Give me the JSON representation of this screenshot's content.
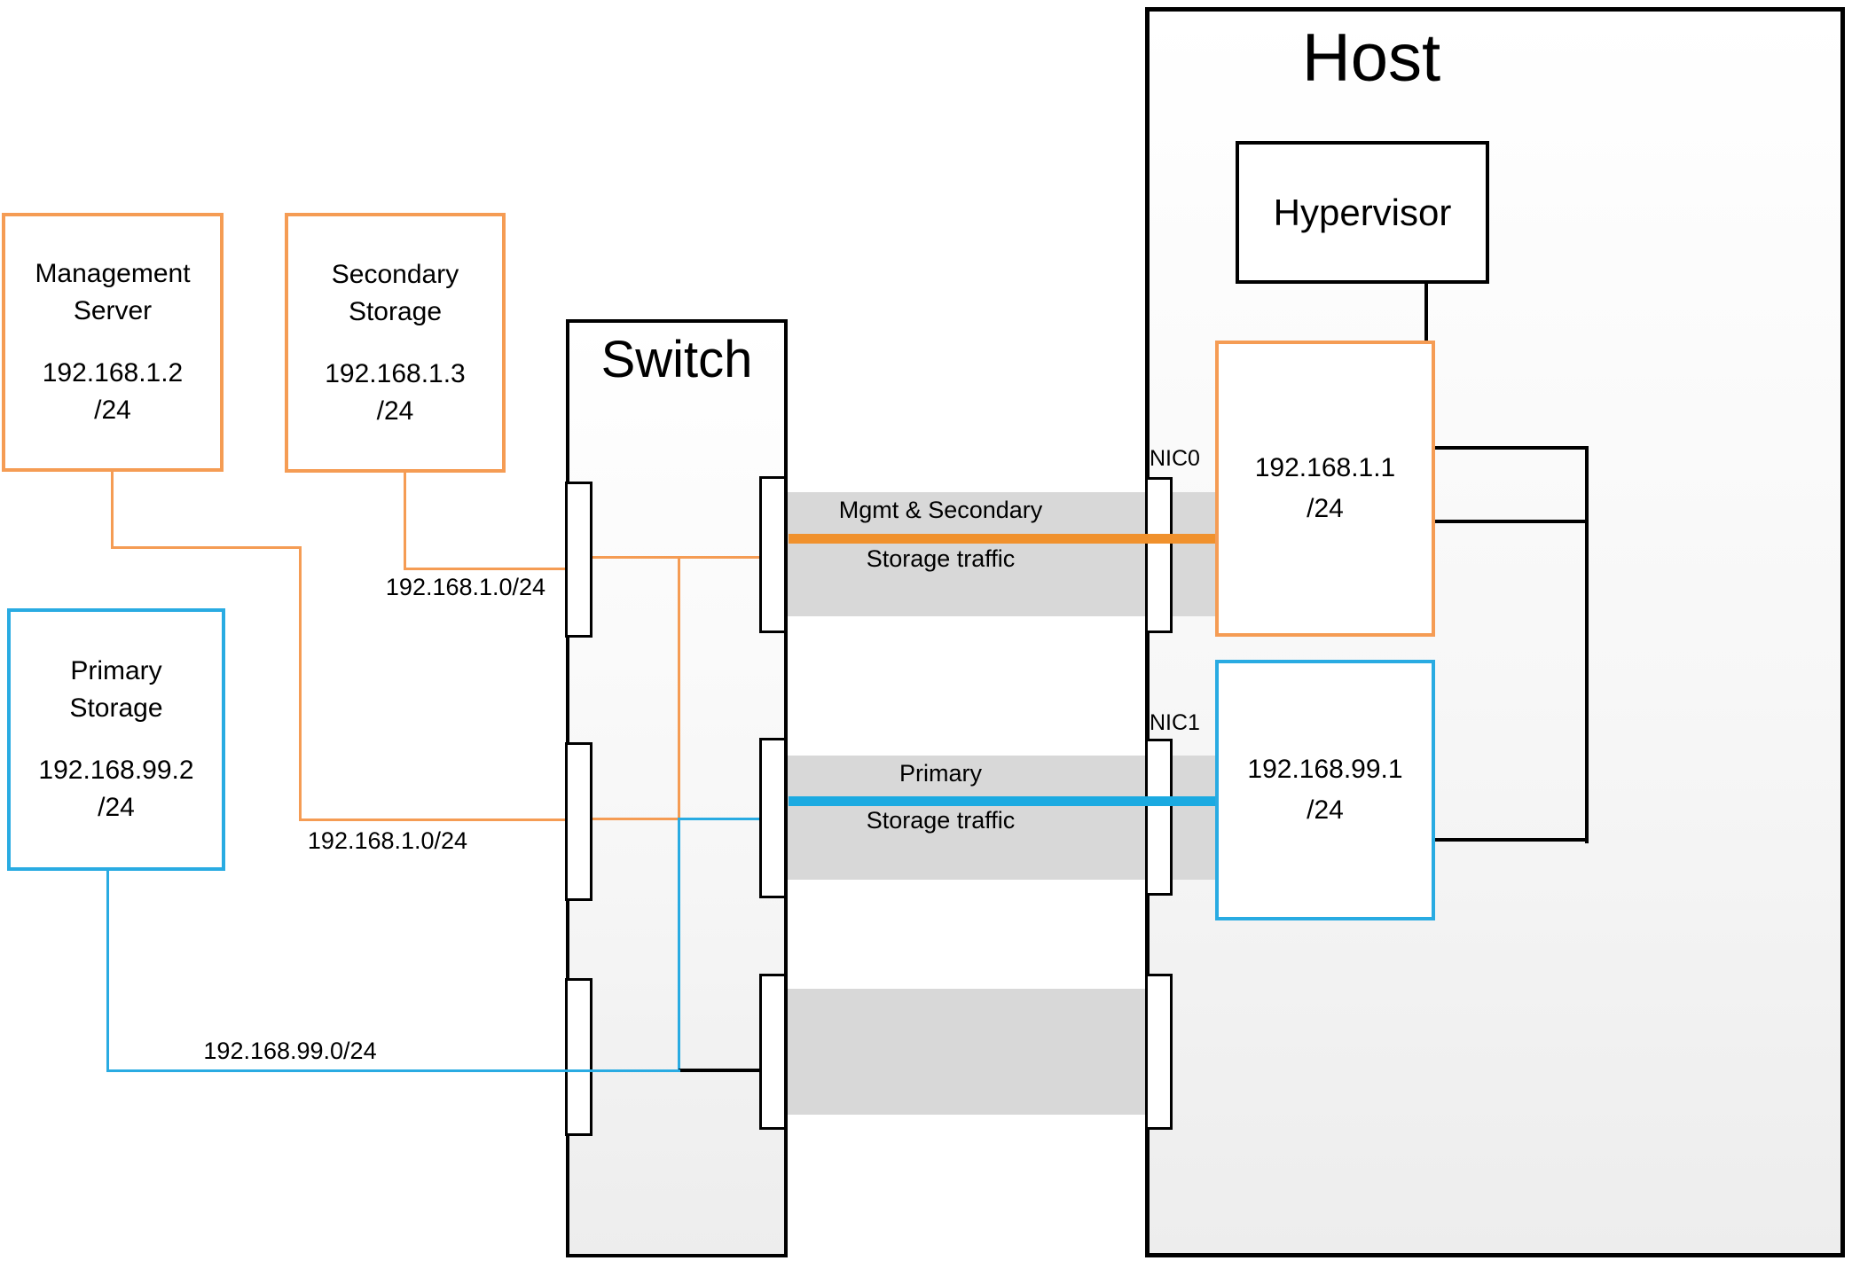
{
  "colors": {
    "orange": "#F59C54",
    "orange_traffic": "#F0912D",
    "blue": "#29ABE2",
    "blue_traffic": "#1BAAE1",
    "band_gray": "#D8D8D8",
    "line_black": "#000000"
  },
  "nodes": {
    "management_server": {
      "name1": "Management",
      "name2": "Server",
      "ip": "192.168.1.2",
      "mask": "/24"
    },
    "secondary_storage": {
      "name1": "Secondary",
      "name2": "Storage",
      "ip": "192.168.1.3",
      "mask": "/24"
    },
    "primary_storage": {
      "name1": "Primary",
      "name2": "Storage",
      "ip": "192.168.99.2",
      "mask": "/24"
    },
    "switch": {
      "label": "Switch"
    },
    "host": {
      "label": "Host"
    },
    "hypervisor": {
      "label": "Hypervisor"
    },
    "nic0": {
      "label": "NIC0",
      "ip": "192.168.1.1",
      "mask": "/24"
    },
    "nic1": {
      "label": "NIC1",
      "ip": "192.168.99.1",
      "mask": "/24"
    }
  },
  "subnets": {
    "secondary_link": "192.168.1.0/24",
    "management_link": "192.168.1.0/24",
    "primary_link": "192.168.99.0/24"
  },
  "traffic": {
    "mgmt": {
      "line1": "Mgmt & Secondary",
      "line2": "Storage traffic"
    },
    "primary": {
      "line1": "Primary",
      "line2": "Storage traffic"
    }
  }
}
